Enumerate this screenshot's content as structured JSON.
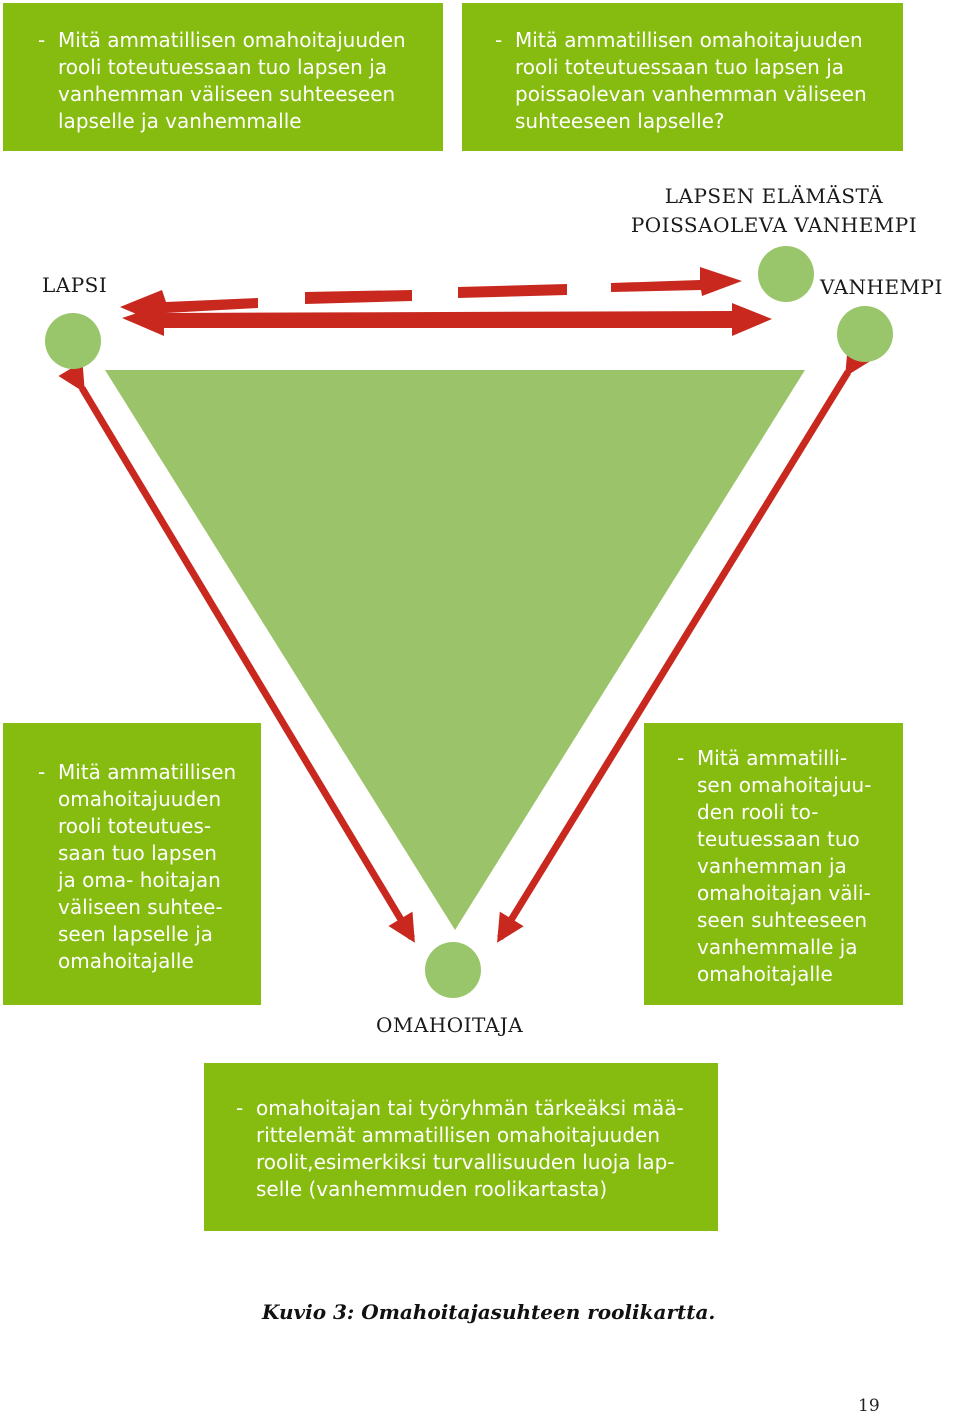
{
  "boxes": {
    "top_left": {
      "dash": "-",
      "lines": [
        "Mitä ammatillisen omahoitajuuden",
        "rooli toteutuessaan tuo lapsen ja",
        "vanhemman väliseen suhteeseen",
        "lapselle ja vanhemmalle"
      ]
    },
    "top_right": {
      "dash": "-",
      "lines": [
        "Mitä ammatillisen omahoitajuuden",
        "rooli toteutuessaan tuo lapsen ja",
        "poissaolevan vanhemman väliseen",
        "suhteeseen lapselle?"
      ]
    },
    "left": {
      "dash": "-",
      "lines": [
        "Mitä ammatillisen",
        "omahoitajuuden",
        "rooli toteutues-",
        "saan tuo lapsen",
        "ja oma- hoitajan",
        "väliseen suhtee-",
        "seen lapselle ja",
        "omahoitajalle"
      ]
    },
    "right": {
      "dash": "-",
      "lines": [
        "Mitä ammatilli-",
        "sen omahoitajuu-",
        "den rooli to-",
        "teutuessaan tuo",
        "vanhemman ja",
        "omahoitajan väli-",
        "seen suhteeseen",
        "vanhemmalle ja",
        "omahoitajalle"
      ]
    },
    "bottom": {
      "dash": "-",
      "lines": [
        "omahoitajan tai työryhmän tärkeäksi mää-",
        "rittelemät  ammatillisen omahoitajuuden",
        "roolit,esimerkiksi turvallisuuden luoja lap-",
        "selle (vanhemmuden roolikartasta)"
      ]
    }
  },
  "labels": {
    "absent_parent": [
      "LAPSEN ELÄMÄSTÄ",
      "POISSAOLEVA VANHEMPI"
    ],
    "child": "LAPSI",
    "parent": "VANHEMPI",
    "nurse": "OMAHOITAJA"
  },
  "caption": "Kuvio 3: Omahoitajasuhteen roolikartta.",
  "page_number": "19",
  "colors": {
    "box_green": "#86bc0f",
    "triangle_green": "#9bc46a",
    "node_green": "#99c66b",
    "arrow_red": "#c8281e"
  }
}
